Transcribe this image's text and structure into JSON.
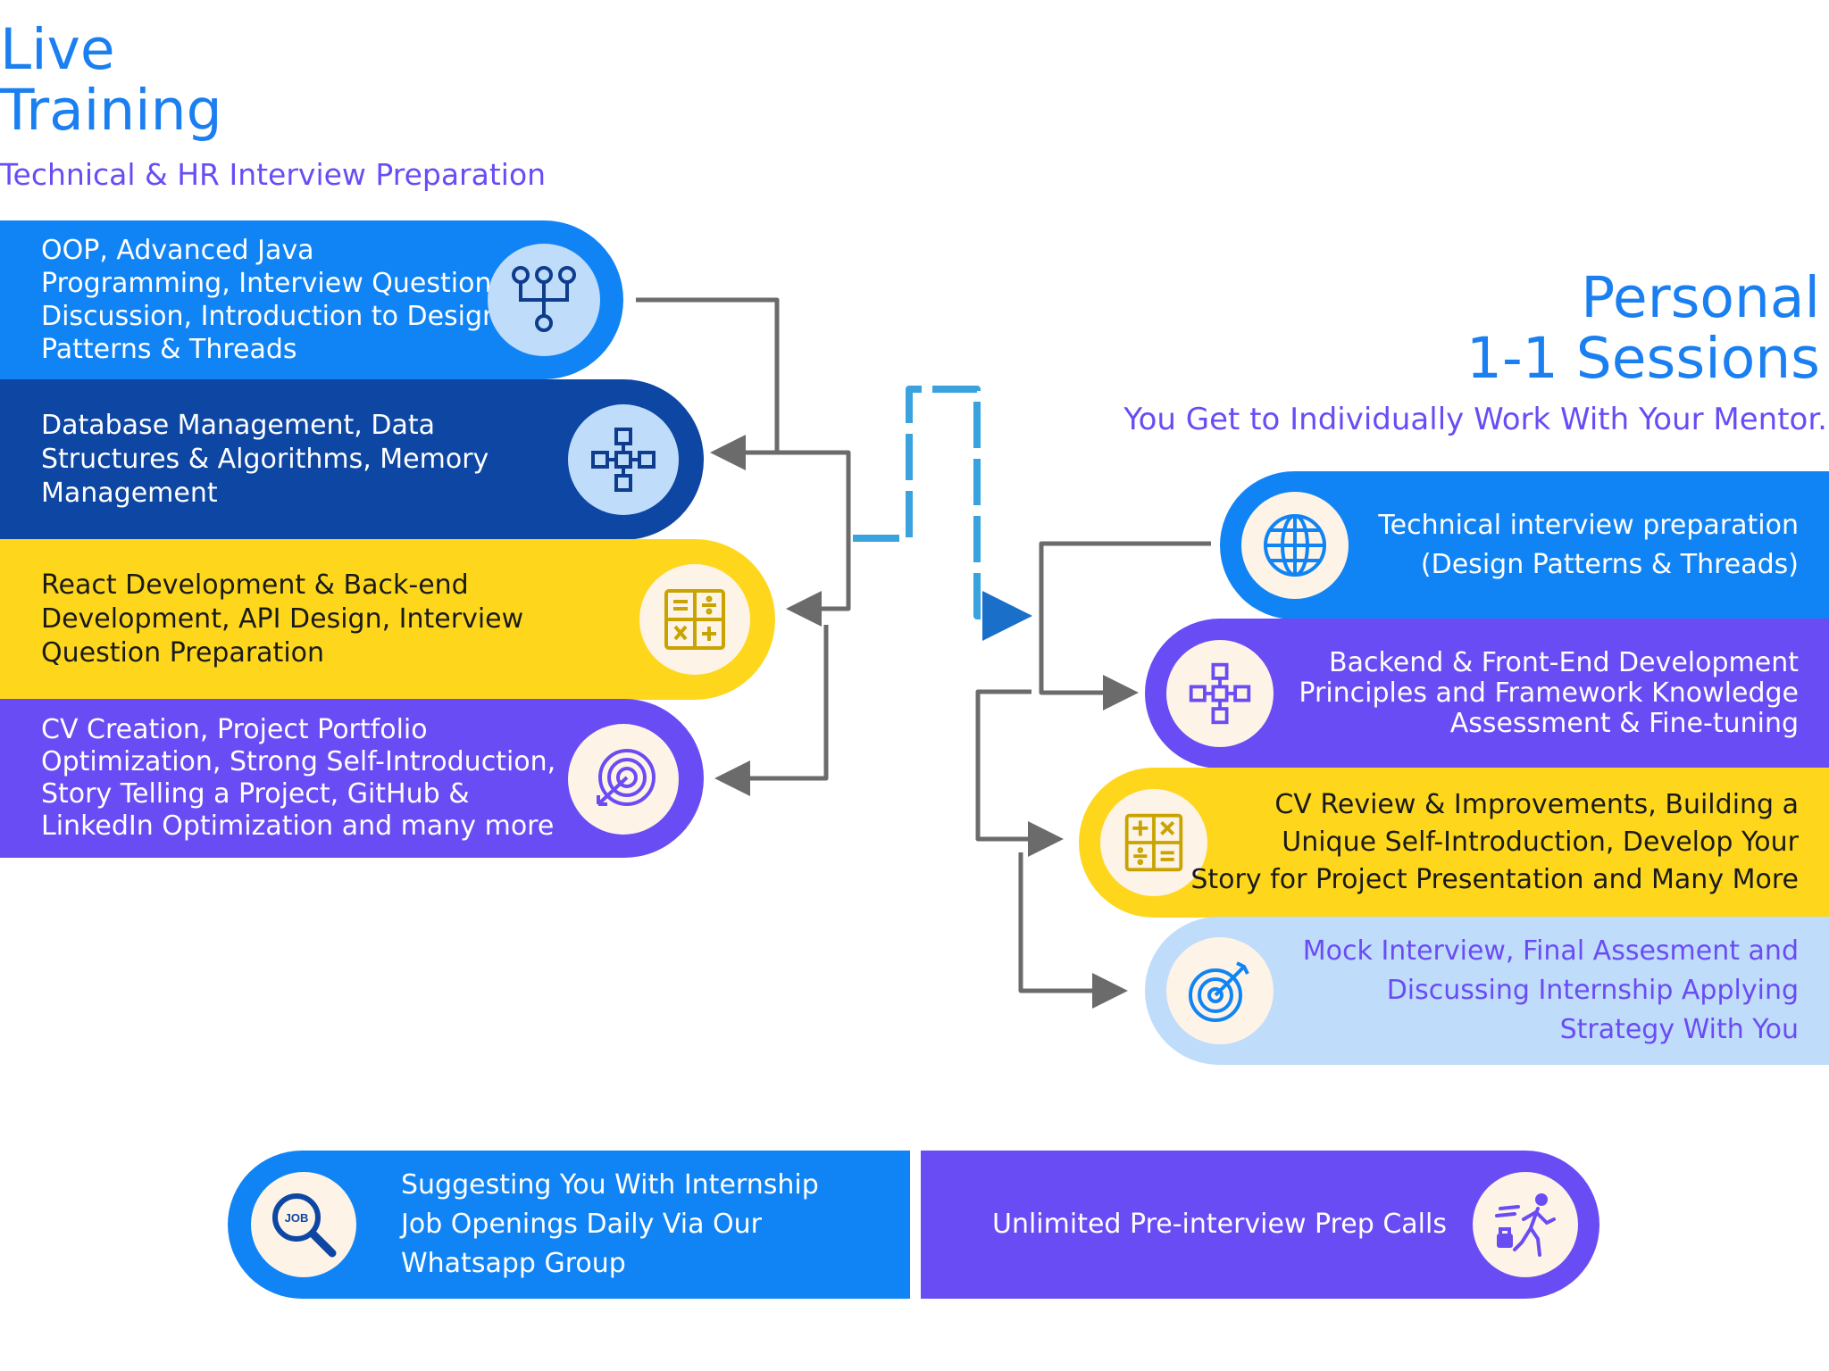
{
  "live": {
    "title_line1": "Live",
    "title_line2": "Training",
    "subtitle": "Technical & HR Interview Preparation",
    "items": [
      {
        "text": "OOP, Advanced Java\nProgramming, Interview Question\nDiscussion, Introduction to Design\nPatterns & Threads",
        "icon": "hierarchy-icon",
        "bg": "#1184f5",
        "text_color": "#ffffff"
      },
      {
        "text": "Database Management, Data\nStructures & Algorithms, Memory\nManagement",
        "icon": "flowchart-icon",
        "bg": "#0e46a3",
        "text_color": "#ffffff"
      },
      {
        "text": "React Development & Back-end\nDevelopment, API Design, Interview\nQuestion Preparation",
        "icon": "calculator-icon",
        "bg": "#fed71c",
        "text_color": "#1a1a1a"
      },
      {
        "text": "CV Creation, Project Portfolio\nOptimization, Strong Self-Introduction,\nStory Telling a Project, GitHub &\nLinkedIn Optimization and many more",
        "icon": "target-icon",
        "bg": "#6a4cf5",
        "text_color": "#ffffff"
      }
    ]
  },
  "personal": {
    "title_line1": "Personal",
    "title_line2": "1-1 Sessions",
    "subtitle": "You Get to Individually Work With Your Mentor.",
    "items": [
      {
        "text": "Technical interview preparation\n(Design Patterns & Threads)",
        "icon": "globe-icon",
        "bg": "#1184f5",
        "text_color": "#ffffff"
      },
      {
        "text": "Backend & Front-End Development\nPrinciples and Framework Knowledge\nAssessment & Fine-tuning",
        "icon": "flowchart-icon",
        "bg": "#6a4cf5",
        "text_color": "#ffffff"
      },
      {
        "text": "CV Review & Improvements, Building a\nUnique Self-Introduction, Develop Your\nStory for Project Presentation and Many More",
        "icon": "calculator-icon",
        "bg": "#fed71c",
        "text_color": "#1a1a1a"
      },
      {
        "text": "Mock Interview, Final Assesment and\nDiscussing Internship Applying\nStrategy With You",
        "icon": "target-icon",
        "bg": "#bfdcfb",
        "text_color": "#6a4cf5"
      }
    ]
  },
  "bottom": {
    "internship_text": "Suggesting You With Internship\nJob Openings Daily Via Our\nWhatsapp Group",
    "job_icon_label": "JOB",
    "prep_calls_text": "Unlimited Pre-interview Prep Calls"
  }
}
